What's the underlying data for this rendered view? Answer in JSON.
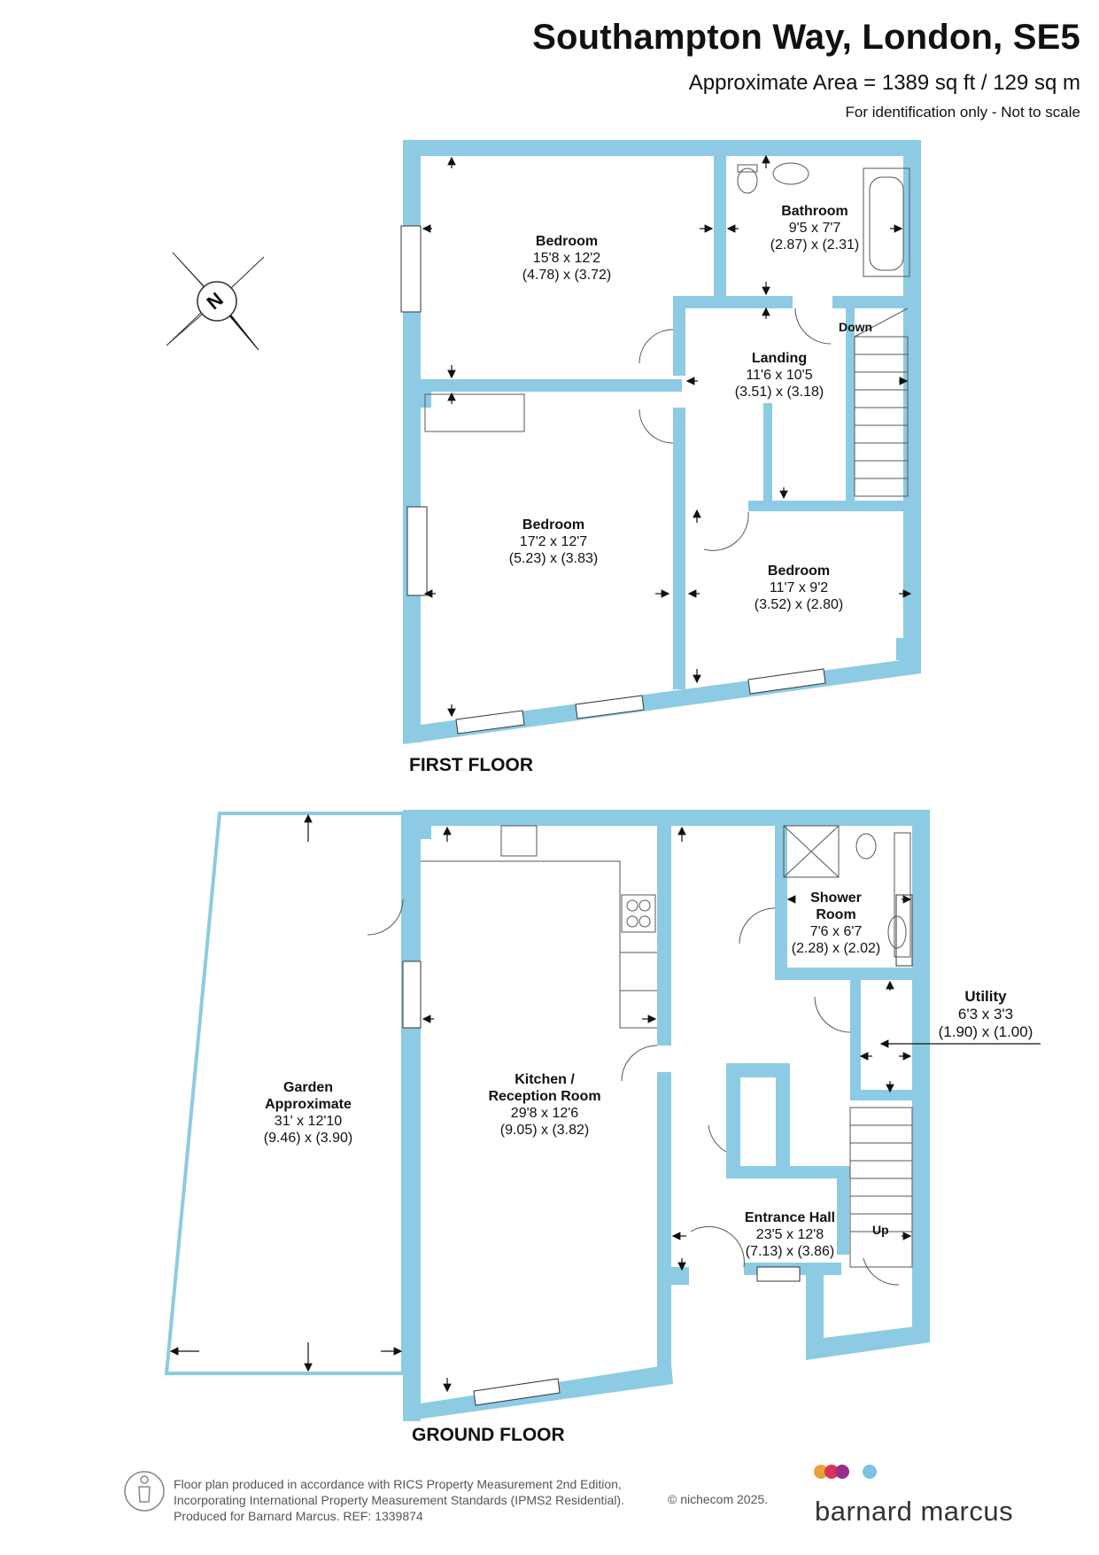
{
  "header": {
    "title": "Southampton Way, London, SE5",
    "area": "Approximate Area = 1389 sq ft / 129 sq m",
    "note": "For identification only - Not to scale"
  },
  "floors": {
    "first": "FIRST FLOOR",
    "ground": "GROUND FLOOR"
  },
  "rooms": {
    "bed1": {
      "name": "Bedroom",
      "imperial": "15'8 x 12'2",
      "metric": "(4.78) x (3.72)"
    },
    "bath": {
      "name": "Bathroom",
      "imperial": "9'5 x 7'7",
      "metric": "(2.87) x (2.31)"
    },
    "landing": {
      "name": "Landing",
      "imperial": "11'6 x 10'5",
      "metric": "(3.51) x (3.18)"
    },
    "bed2": {
      "name": "Bedroom",
      "imperial": "17'2 x 12'7",
      "metric": "(5.23) x (3.83)"
    },
    "bed3": {
      "name": "Bedroom",
      "imperial": "11'7 x 9'2",
      "metric": "(3.52) x (2.80)"
    },
    "garden": {
      "name1": "Garden",
      "name2": "Approximate",
      "imperial": "31' x 12'10",
      "metric": "(9.46) x (3.90)"
    },
    "kitchen": {
      "name1": "Kitchen /",
      "name2": "Reception Room",
      "imperial": "29'8 x 12'6",
      "metric": "(9.05) x (3.82)"
    },
    "shower": {
      "name1": "Shower",
      "name2": "Room",
      "imperial": "7'6 x 6'7",
      "metric": "(2.28) x (2.02)"
    },
    "utility": {
      "name": "Utility",
      "imperial": "6'3 x 3'3",
      "metric": "(1.90) x (1.00)"
    },
    "hall": {
      "name": "Entrance Hall",
      "imperial": "23'5 x 12'8",
      "metric": "(7.13) x (3.86)"
    }
  },
  "stairs": {
    "down": "Down",
    "up": "Up"
  },
  "compass": {
    "letter": "N"
  },
  "footer": {
    "line1": "Floor plan produced in accordance with RICS Property Measurement 2nd Edition,",
    "line2": "Incorporating International Property Measurement Standards (IPMS2 Residential).",
    "line3": "Produced for Barnard Marcus.   REF:  1339874",
    "copyright": "© nichecom 2025.",
    "brand": "barnard marcus"
  },
  "colors": {
    "wall": "#8ccbe3",
    "brand_dots": [
      "#e8a23a",
      "#d8335c",
      "#9a2f8a",
      "#7cc3e3"
    ]
  }
}
